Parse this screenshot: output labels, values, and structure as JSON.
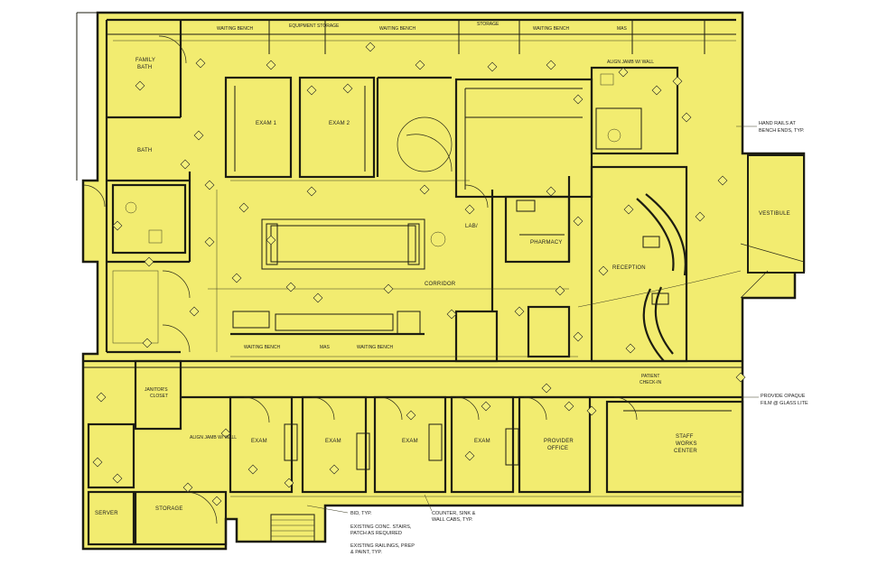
{
  "colors": {
    "floor": "#f2ec70",
    "wall": "#1d1d12",
    "paper": "#ffffff"
  },
  "rooms": [
    {
      "id": "family-bath",
      "lines": [
        "FAMILY",
        "BATH"
      ]
    },
    {
      "id": "bath-a",
      "lines": [
        "BATH"
      ]
    },
    {
      "id": "exam-1",
      "lines": [
        "EXAM 1"
      ]
    },
    {
      "id": "exam-2",
      "lines": [
        "EXAM 2"
      ]
    },
    {
      "id": "lab",
      "lines": [
        "LAB/"
      ]
    },
    {
      "id": "pharmacy",
      "lines": [
        "PHARMACY"
      ]
    },
    {
      "id": "reception",
      "lines": [
        "RECEPTION"
      ]
    },
    {
      "id": "vestibule",
      "lines": [
        "VESTIBULE"
      ]
    },
    {
      "id": "corridor",
      "lines": [
        "CORRIDOR"
      ]
    },
    {
      "id": "janitor",
      "lines": [
        "JANITOR'S",
        "CLOSET"
      ]
    },
    {
      "id": "exam-3",
      "lines": [
        "EXAM"
      ]
    },
    {
      "id": "exam-4",
      "lines": [
        "EXAM"
      ]
    },
    {
      "id": "exam-5",
      "lines": [
        "EXAM"
      ]
    },
    {
      "id": "exam-6",
      "lines": [
        "EXAM"
      ]
    },
    {
      "id": "provider",
      "lines": [
        "PROVIDER",
        "OFFICE"
      ]
    },
    {
      "id": "staff",
      "lines": [
        "STAFF",
        "WORKS",
        "CENTER"
      ]
    },
    {
      "id": "storage",
      "lines": [
        "STORAGE"
      ]
    },
    {
      "id": "server",
      "lines": [
        "SERVER"
      ]
    },
    {
      "id": "patient-checkin",
      "lines": [
        "PATIENT",
        "CHECK-IN"
      ]
    }
  ],
  "labels": {
    "waiting_bench_1": "WAITING BENCH",
    "waiting_bench_2": "WAITING BENCH",
    "waiting_bench_3": "WAITING BENCH",
    "waiting_bench_4": "WAITING BENCH",
    "waiting_bench_5": "WAITING BENCH",
    "mas_1": "MAS",
    "mas_2": "MAS",
    "equipment_storage": "EQUIPMENT STORAGE",
    "storage_top": "STORAGE",
    "align_jamb_1": "ALIGN JAMB W/ WALL",
    "align_jamb_2": "ALIGN JAMB W/ WALL"
  },
  "notes": {
    "hand_rails": [
      "HAND RAILS AT",
      "BENCH ENDS, TYP."
    ],
    "provide_opaque": [
      "PROVIDE OPAQUE",
      "FILM @ GLASS LITE"
    ],
    "bid": [
      "BID, TYP."
    ],
    "existing_stairs": [
      "EXISTING CONC. STAIRS,",
      "PATCH AS REQUIRED"
    ],
    "existing_railing": [
      "EXISTING RAILINGS, PREP",
      "& PAINT, TYP."
    ],
    "counter": [
      "COUNTER, SINK &",
      "WALL CABS, TYP."
    ]
  }
}
